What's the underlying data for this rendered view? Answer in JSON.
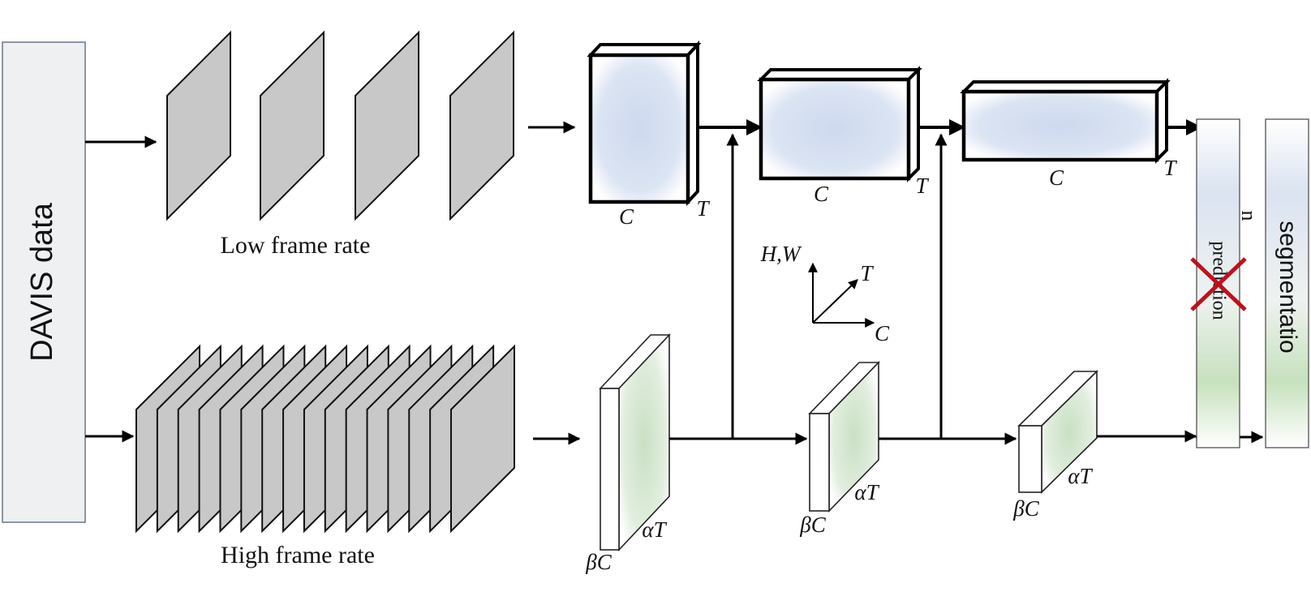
{
  "input_block": {
    "label": "DAVIS data"
  },
  "low_branch": {
    "label": "Low frame rate",
    "frame_count": 4
  },
  "high_branch": {
    "label": "High frame rate",
    "frame_count": 16
  },
  "slow_blocks": [
    {
      "c_label": "C",
      "t_label": "T"
    },
    {
      "c_label": "C",
      "t_label": "T"
    },
    {
      "c_label": "C",
      "t_label": "T"
    }
  ],
  "fast_blocks": [
    {
      "c_label": "βC",
      "t_label": "αT"
    },
    {
      "c_label": "βC",
      "t_label": "αT"
    },
    {
      "c_label": "βC",
      "t_label": "αT"
    }
  ],
  "axes": {
    "vertical": "H,W",
    "diagonal": "T",
    "horizontal": "C"
  },
  "prediction_bar": {
    "label": "prediction",
    "top_glyph": "n",
    "status": "crossed-out"
  },
  "segmentation_bar": {
    "label": "segmentatio"
  },
  "colors": {
    "slow_fill": "#cdd9ee",
    "fast_fill": "#d6e8d2",
    "cross": "#c0101a",
    "input_fill": "#eef0f2"
  }
}
